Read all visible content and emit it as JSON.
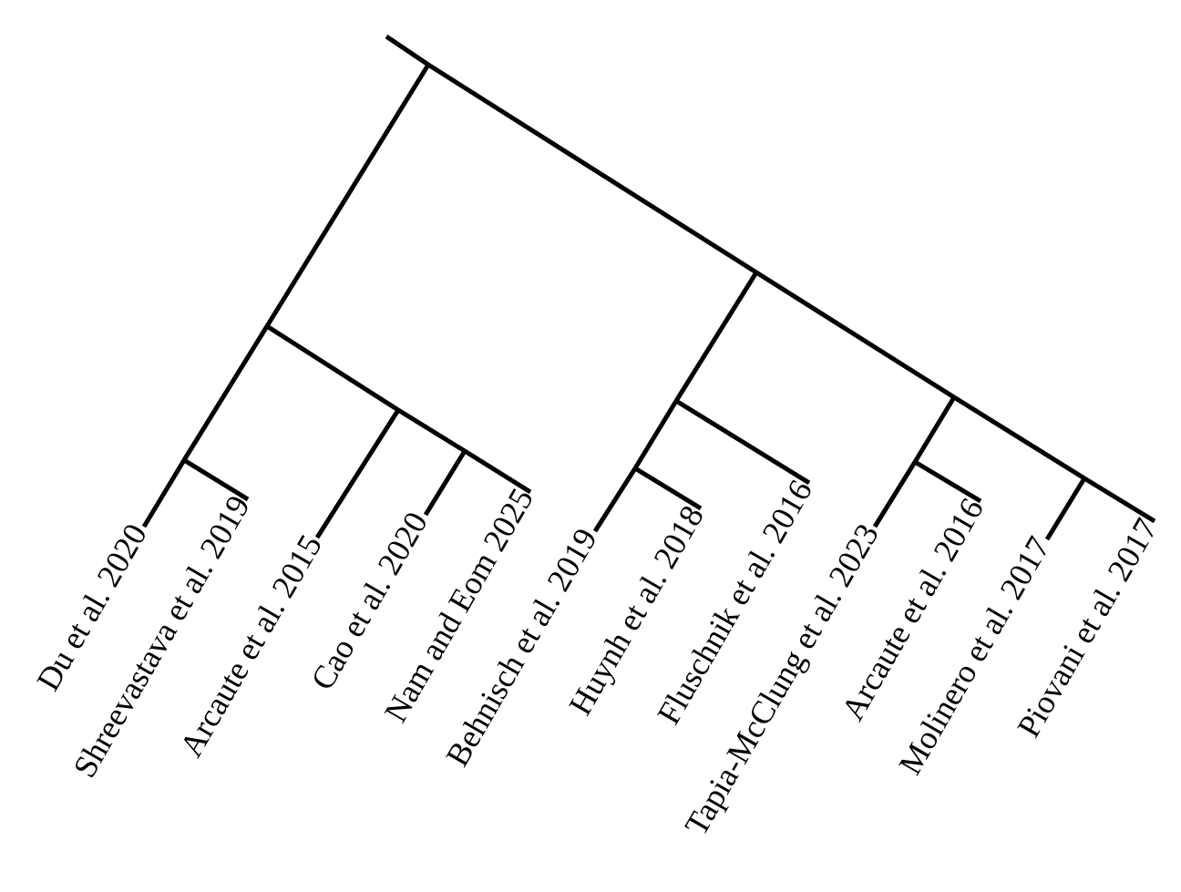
{
  "tree": {
    "leaves": [
      {
        "id": "du2020",
        "label": "Du et al. 2020"
      },
      {
        "id": "shreevastava2019",
        "label": "Shreevastava et al. 2019"
      },
      {
        "id": "arcaute2015",
        "label": "Arcaute et al. 2015"
      },
      {
        "id": "cao2020",
        "label": "Cao et al. 2020"
      },
      {
        "id": "nam2025",
        "label": "Nam and Eom 2025"
      },
      {
        "id": "behnisch2019",
        "label": "Behnisch et al. 2019"
      },
      {
        "id": "huynh2018",
        "label": "Huynh et al. 2018"
      },
      {
        "id": "fluschnik2016",
        "label": "Fluschnik et al. 2016"
      },
      {
        "id": "tapia2023",
        "label": "Tapia-McClung et al. 2023"
      },
      {
        "id": "arcaute2016",
        "label": "Arcaute et al. 2016"
      },
      {
        "id": "molinero2017",
        "label": "Molinero et al. 2017"
      },
      {
        "id": "piovani2017",
        "label": "Piovani et al. 2017"
      }
    ]
  },
  "style": {
    "line_color": "#000000",
    "background_color": "#ffffff"
  }
}
